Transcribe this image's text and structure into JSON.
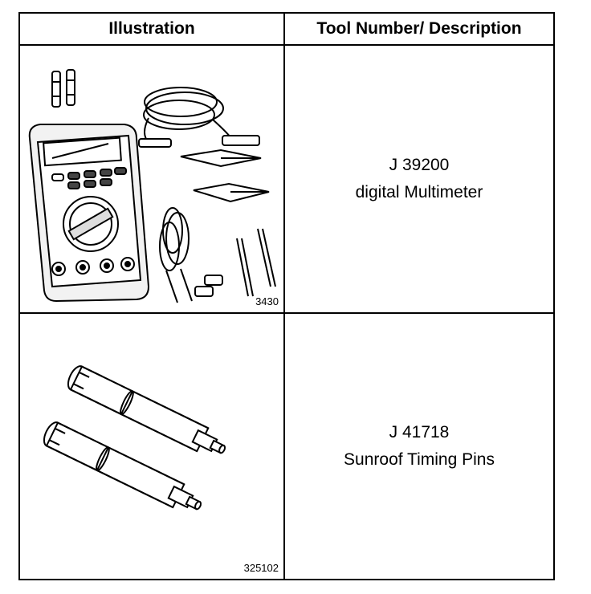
{
  "table": {
    "headers": [
      "Illustration",
      "Tool Number/ Description"
    ],
    "rows": [
      {
        "figure_number": "3430",
        "tool_number": "J 39200",
        "description": "digital Multimeter",
        "illustration_icon": "multimeter-icon"
      },
      {
        "figure_number": "325102",
        "tool_number": "J 41718",
        "description": "Sunroof Timing Pins",
        "illustration_icon": "timing-pins-icon"
      }
    ]
  }
}
